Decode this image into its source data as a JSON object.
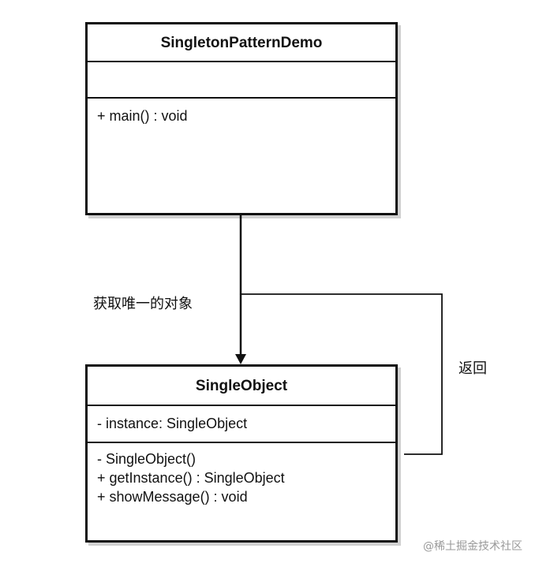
{
  "classes": {
    "demo": {
      "name": "SingletonPatternDemo",
      "attributes": [],
      "methods": [
        "+ main() : void"
      ]
    },
    "single": {
      "name": "SingleObject",
      "attributes": [
        "- instance: SingleObject"
      ],
      "methods": [
        "- SingleObject()",
        "+ getInstance() : SingleObject",
        "+ showMessage() : void"
      ]
    }
  },
  "relations": {
    "get_label": "获取唯一的对象",
    "return_label": "返回"
  },
  "watermark": "@稀土掘金技术社区",
  "colors": {
    "line": "#111111",
    "watermark": "#9a9a9a"
  }
}
